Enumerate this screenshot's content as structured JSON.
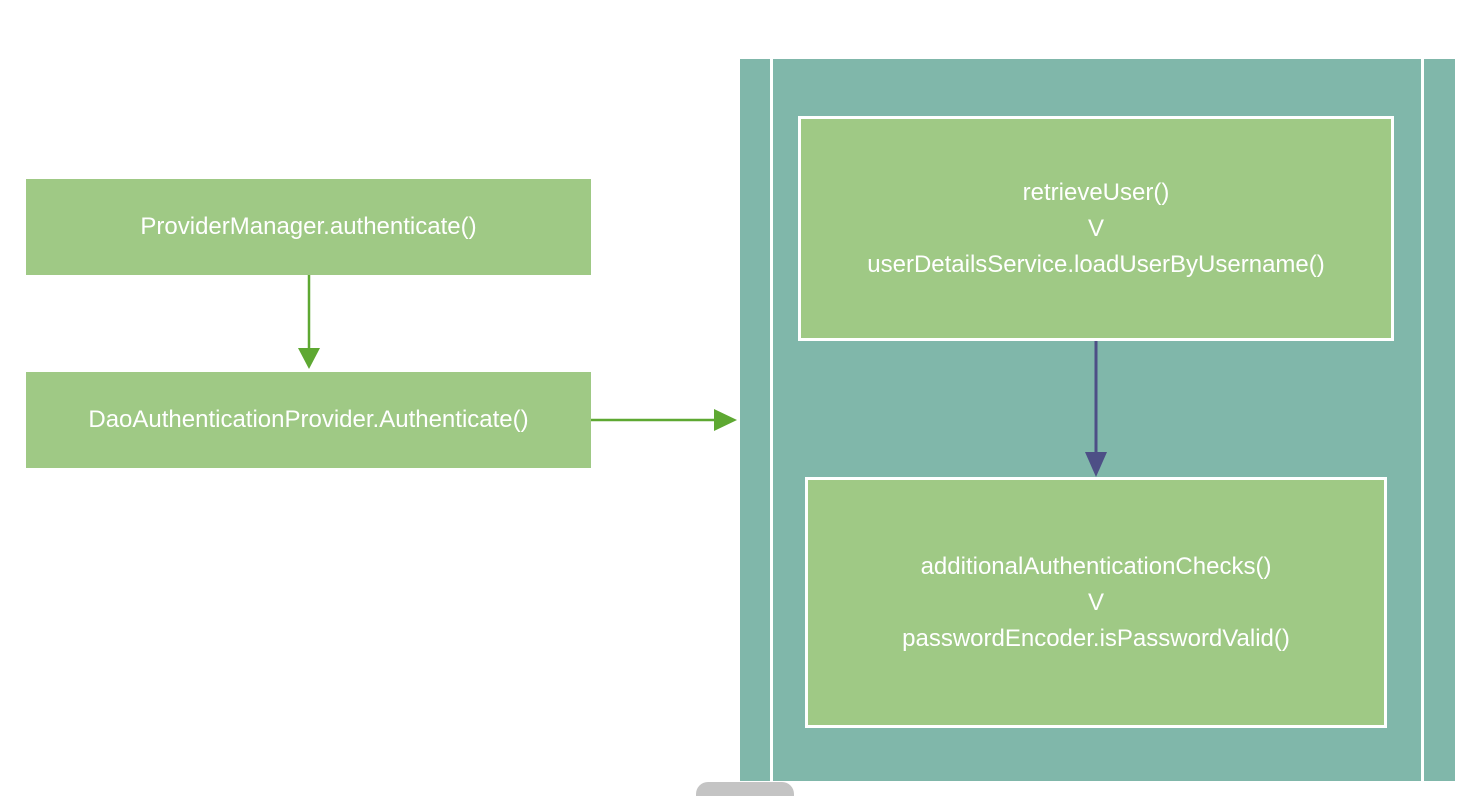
{
  "provider_manager": {
    "label": "ProviderManager.authenticate()"
  },
  "dao_provider": {
    "label": "DaoAuthenticationProvider.Authenticate()"
  },
  "retrieve_user": {
    "line1": "retrieveUser()",
    "line2": "V",
    "line3": "userDetailsService.loadUserByUsername()"
  },
  "additional_checks": {
    "line1": "additionalAuthenticationChecks()",
    "line2": "V",
    "line3": "passwordEncoder.isPasswordValid()"
  },
  "colors": {
    "box_fill": "#9fc985",
    "container_fill": "#80b7aa",
    "green_arrow": "#5ea832",
    "blue_arrow": "#4d4f86"
  }
}
